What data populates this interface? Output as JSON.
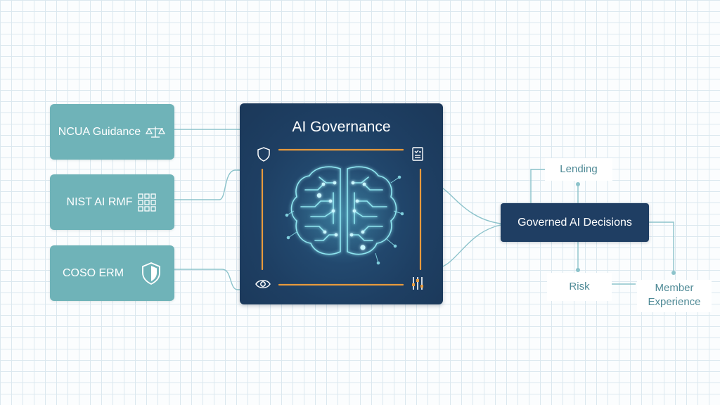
{
  "sources": [
    {
      "label": "NCUA Guidance",
      "icon": "scales-icon"
    },
    {
      "label": "NIST AI RMF",
      "icon": "grid-icon"
    },
    {
      "label": "COSO ERM",
      "icon": "shield-icon"
    }
  ],
  "hub": {
    "title": "AI Governance",
    "center_icon": "brain-circuit-icon",
    "corner_icons": [
      "shield-icon",
      "checklist-icon",
      "eye-icon",
      "sliders-icon"
    ]
  },
  "decision": {
    "label": "Governed AI Decisions"
  },
  "outcomes": [
    {
      "label": "Lending"
    },
    {
      "label": "Risk"
    },
    {
      "label": "Member Experience",
      "lines": [
        "Member",
        "Experience"
      ]
    }
  ],
  "colors": {
    "source_fill": "#6fb3b8",
    "hub_fill": "#1e3f63",
    "accent_orange": "#e89a3c",
    "connector": "#8cc3cb",
    "decision_fill": "#1f3e63",
    "outcome_text": "#4f8a96",
    "brain_glow": "#8fe6f0"
  }
}
